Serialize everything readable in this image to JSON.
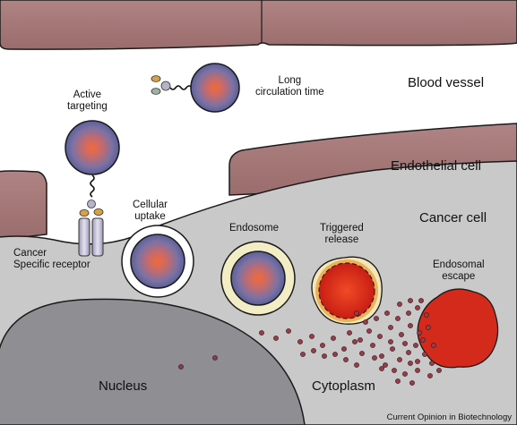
{
  "labels": {
    "blood_vessel": "Blood vessel",
    "endothelial_cell": "Endothelial cell",
    "cancer_cell": "Cancer cell",
    "long_circulation": [
      "Long",
      "circulation time"
    ],
    "active_targeting": [
      "Active",
      "targeting"
    ],
    "cellular_uptake": [
      "Cellular",
      "uptake"
    ],
    "cancer_receptor": [
      "Cancer",
      "Specific receptor"
    ],
    "endosome": "Endosome",
    "triggered_release": [
      "Triggered",
      "release"
    ],
    "endosomal_escape": [
      "Endosomal",
      "escape"
    ],
    "nucleus": "Nucleus",
    "cytoplasm": "Cytoplasm"
  },
  "credit": "Current Opinion in Biotechnology",
  "colors": {
    "vessel_wall": "#a57777",
    "cancer_cell": "#c8c8c8",
    "nucleus": "#8e8e93",
    "nanoparticle_outer": "#6a6ea8",
    "nanoparticle_core": "#e6703e",
    "endosome_membrane": "#f2ecc4",
    "triggered_halo": "#e8ae52",
    "released_drug": "#d42a1c",
    "drug_dot": "#9a3b4a",
    "receptor": "#b8b4cc"
  },
  "icons": [
    "nanoparticle-icon",
    "receptor-icon",
    "ligand-icon",
    "peg-tether-icon",
    "drug-molecule-icon"
  ]
}
